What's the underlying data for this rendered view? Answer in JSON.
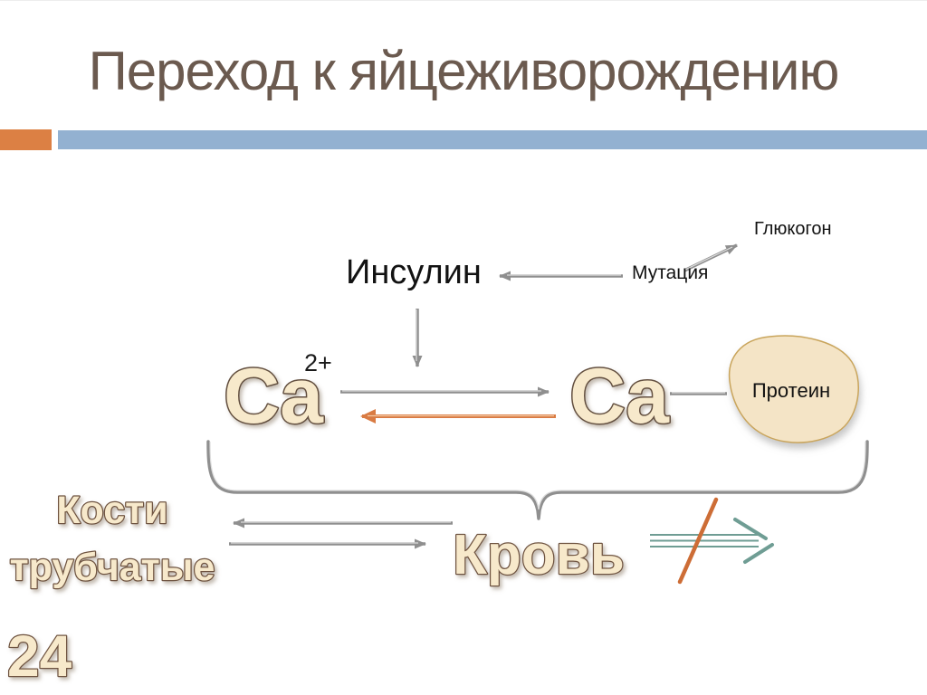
{
  "slide": {
    "title": "Переход к яйцеживорождению",
    "page_number": "24"
  },
  "diagram": {
    "insulin": "Инсулин",
    "mutation": "Мутация",
    "glucagon": "Глюкогон",
    "ca_left": "Ca",
    "ca_sup": "2+",
    "ca_right": "Ca",
    "protein": "Протеин",
    "bones_line1": "Кости",
    "bones_line2": "трубчатые",
    "blood": "Кровь"
  },
  "colors": {
    "accent_orange": "#dc8044",
    "accent_blue": "#93b1d1",
    "title_text": "#6b5a4f",
    "wordart_fill": "#f7e9cb",
    "wordart_outline": "#6e523f",
    "arrow_gray": "#8f8f8f",
    "arrow_orange": "#d97b43",
    "arrow_teal": "#6f9d94",
    "block_slash_orange": "#cd6d36",
    "blob_fill": "#f4e4c6",
    "blob_stroke": "#c9a55c"
  }
}
